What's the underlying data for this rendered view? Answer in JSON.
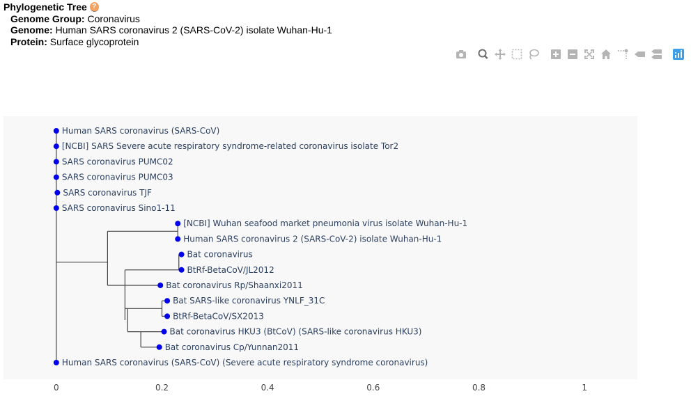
{
  "header": {
    "title": "Phylogenetic Tree",
    "help_icon_glyph": "?",
    "genome_group_label": "Genome Group:",
    "genome_group_value": "Coronavirus",
    "genome_label": "Genome:",
    "genome_value": "Human SARS coronavirus 2 (SARS-CoV-2) isolate Wuhan-Hu-1",
    "protein_label": "Protein:",
    "protein_value": "Surface glycoprotein"
  },
  "modebar": [
    {
      "name": "camera-icon"
    },
    {
      "name": "zoom-icon"
    },
    {
      "name": "pan-icon"
    },
    {
      "name": "box-select-icon"
    },
    {
      "name": "lasso-select-icon"
    },
    {
      "name": "zoom-in-icon"
    },
    {
      "name": "zoom-out-icon"
    },
    {
      "name": "autoscale-icon"
    },
    {
      "name": "reset-axes-icon"
    },
    {
      "name": "spike-lines-icon"
    },
    {
      "name": "hover-closest-icon"
    },
    {
      "name": "hover-compare-icon"
    },
    {
      "name": "plotly-logo-icon"
    }
  ],
  "colors": {
    "plot_bg": "#f8f8f8",
    "node": "#0000ee",
    "branch": "#444444",
    "modebar_icon": "#b4b4b4",
    "modebar_active": "#6e6e6e",
    "help_icon": "#f4a261"
  },
  "chart_data": {
    "type": "dendrogram",
    "orientation": "horizontal",
    "xlim": [
      -0.1,
      1.1
    ],
    "xticks": [
      "0",
      "0.2",
      "0.4",
      "0.6",
      "0.8",
      "1"
    ],
    "xtick_values": [
      0,
      0.2,
      0.4,
      0.6,
      0.8,
      1
    ],
    "grid": false,
    "leaves": [
      {
        "label": "Human SARS coronavirus (SARS-CoV)",
        "x": 0.0
      },
      {
        "label": "[NCBI] SARS Severe acute respiratory syndrome-related coronavirus isolate Tor2",
        "x": 0.0
      },
      {
        "label": "SARS coronavirus PUMC02",
        "x": 0.0
      },
      {
        "label": "SARS coronavirus PUMC03",
        "x": 0.0
      },
      {
        "label": "SARS coronavirus TJF",
        "x": 0.002
      },
      {
        "label": "SARS coronavirus Sino1-11",
        "x": 0.0
      },
      {
        "label": "[NCBI] Wuhan seafood market pneumonia virus isolate Wuhan-Hu-1",
        "x": 0.23
      },
      {
        "label": "Human SARS coronavirus 2 (SARS-CoV-2) isolate Wuhan-Hu-1",
        "x": 0.23
      },
      {
        "label": "Bat coronavirus",
        "x": 0.237
      },
      {
        "label": "BtRf-BetaCoV/JL2012",
        "x": 0.237
      },
      {
        "label": "Bat coronavirus Rp/Shaanxi2011",
        "x": 0.197
      },
      {
        "label": "Bat SARS-like coronavirus YNLF_31C",
        "x": 0.21
      },
      {
        "label": "BtRf-BetaCoV/SX2013",
        "x": 0.21
      },
      {
        "label": "Bat coronavirus HKU3 (BtCoV) (SARS-like coronavirus HKU3)",
        "x": 0.204
      },
      {
        "label": "Bat coronavirus Cp/Yunnan2011",
        "x": 0.195
      },
      {
        "label": "Human SARS coronavirus (SARS-CoV) (Severe acute respiratory syndrome coronavirus)",
        "x": 0.0
      }
    ],
    "branches": [
      [
        0.0,
        0,
        0.0,
        15
      ],
      [
        0.0,
        8.5,
        0.097,
        8.5
      ],
      [
        0.097,
        6.5,
        0.097,
        10.0
      ],
      [
        0.097,
        6.5,
        0.23,
        6.5
      ],
      [
        0.23,
        6,
        0.23,
        7
      ],
      [
        0.097,
        10.0,
        0.13,
        10.0
      ],
      [
        0.13,
        9.0,
        0.13,
        12.25
      ],
      [
        0.13,
        9.0,
        0.232,
        9.0
      ],
      [
        0.232,
        8,
        0.237,
        8
      ],
      [
        0.232,
        9,
        0.237,
        9
      ],
      [
        0.232,
        8,
        0.232,
        9
      ],
      [
        0.13,
        10.0,
        0.197,
        10.0
      ],
      [
        0.13,
        11.5,
        0.135,
        11.5
      ],
      [
        0.135,
        11.5,
        0.135,
        13.0
      ],
      [
        0.135,
        11.5,
        0.2,
        11.5
      ],
      [
        0.2,
        11,
        0.2,
        12
      ],
      [
        0.2,
        11,
        0.21,
        11
      ],
      [
        0.2,
        12,
        0.21,
        12
      ],
      [
        0.135,
        13.0,
        0.16,
        13.0
      ],
      [
        0.16,
        13,
        0.16,
        14
      ],
      [
        0.16,
        13,
        0.204,
        13
      ],
      [
        0.16,
        14,
        0.195,
        14
      ],
      [
        0.0,
        4,
        0.002,
        4
      ]
    ]
  }
}
